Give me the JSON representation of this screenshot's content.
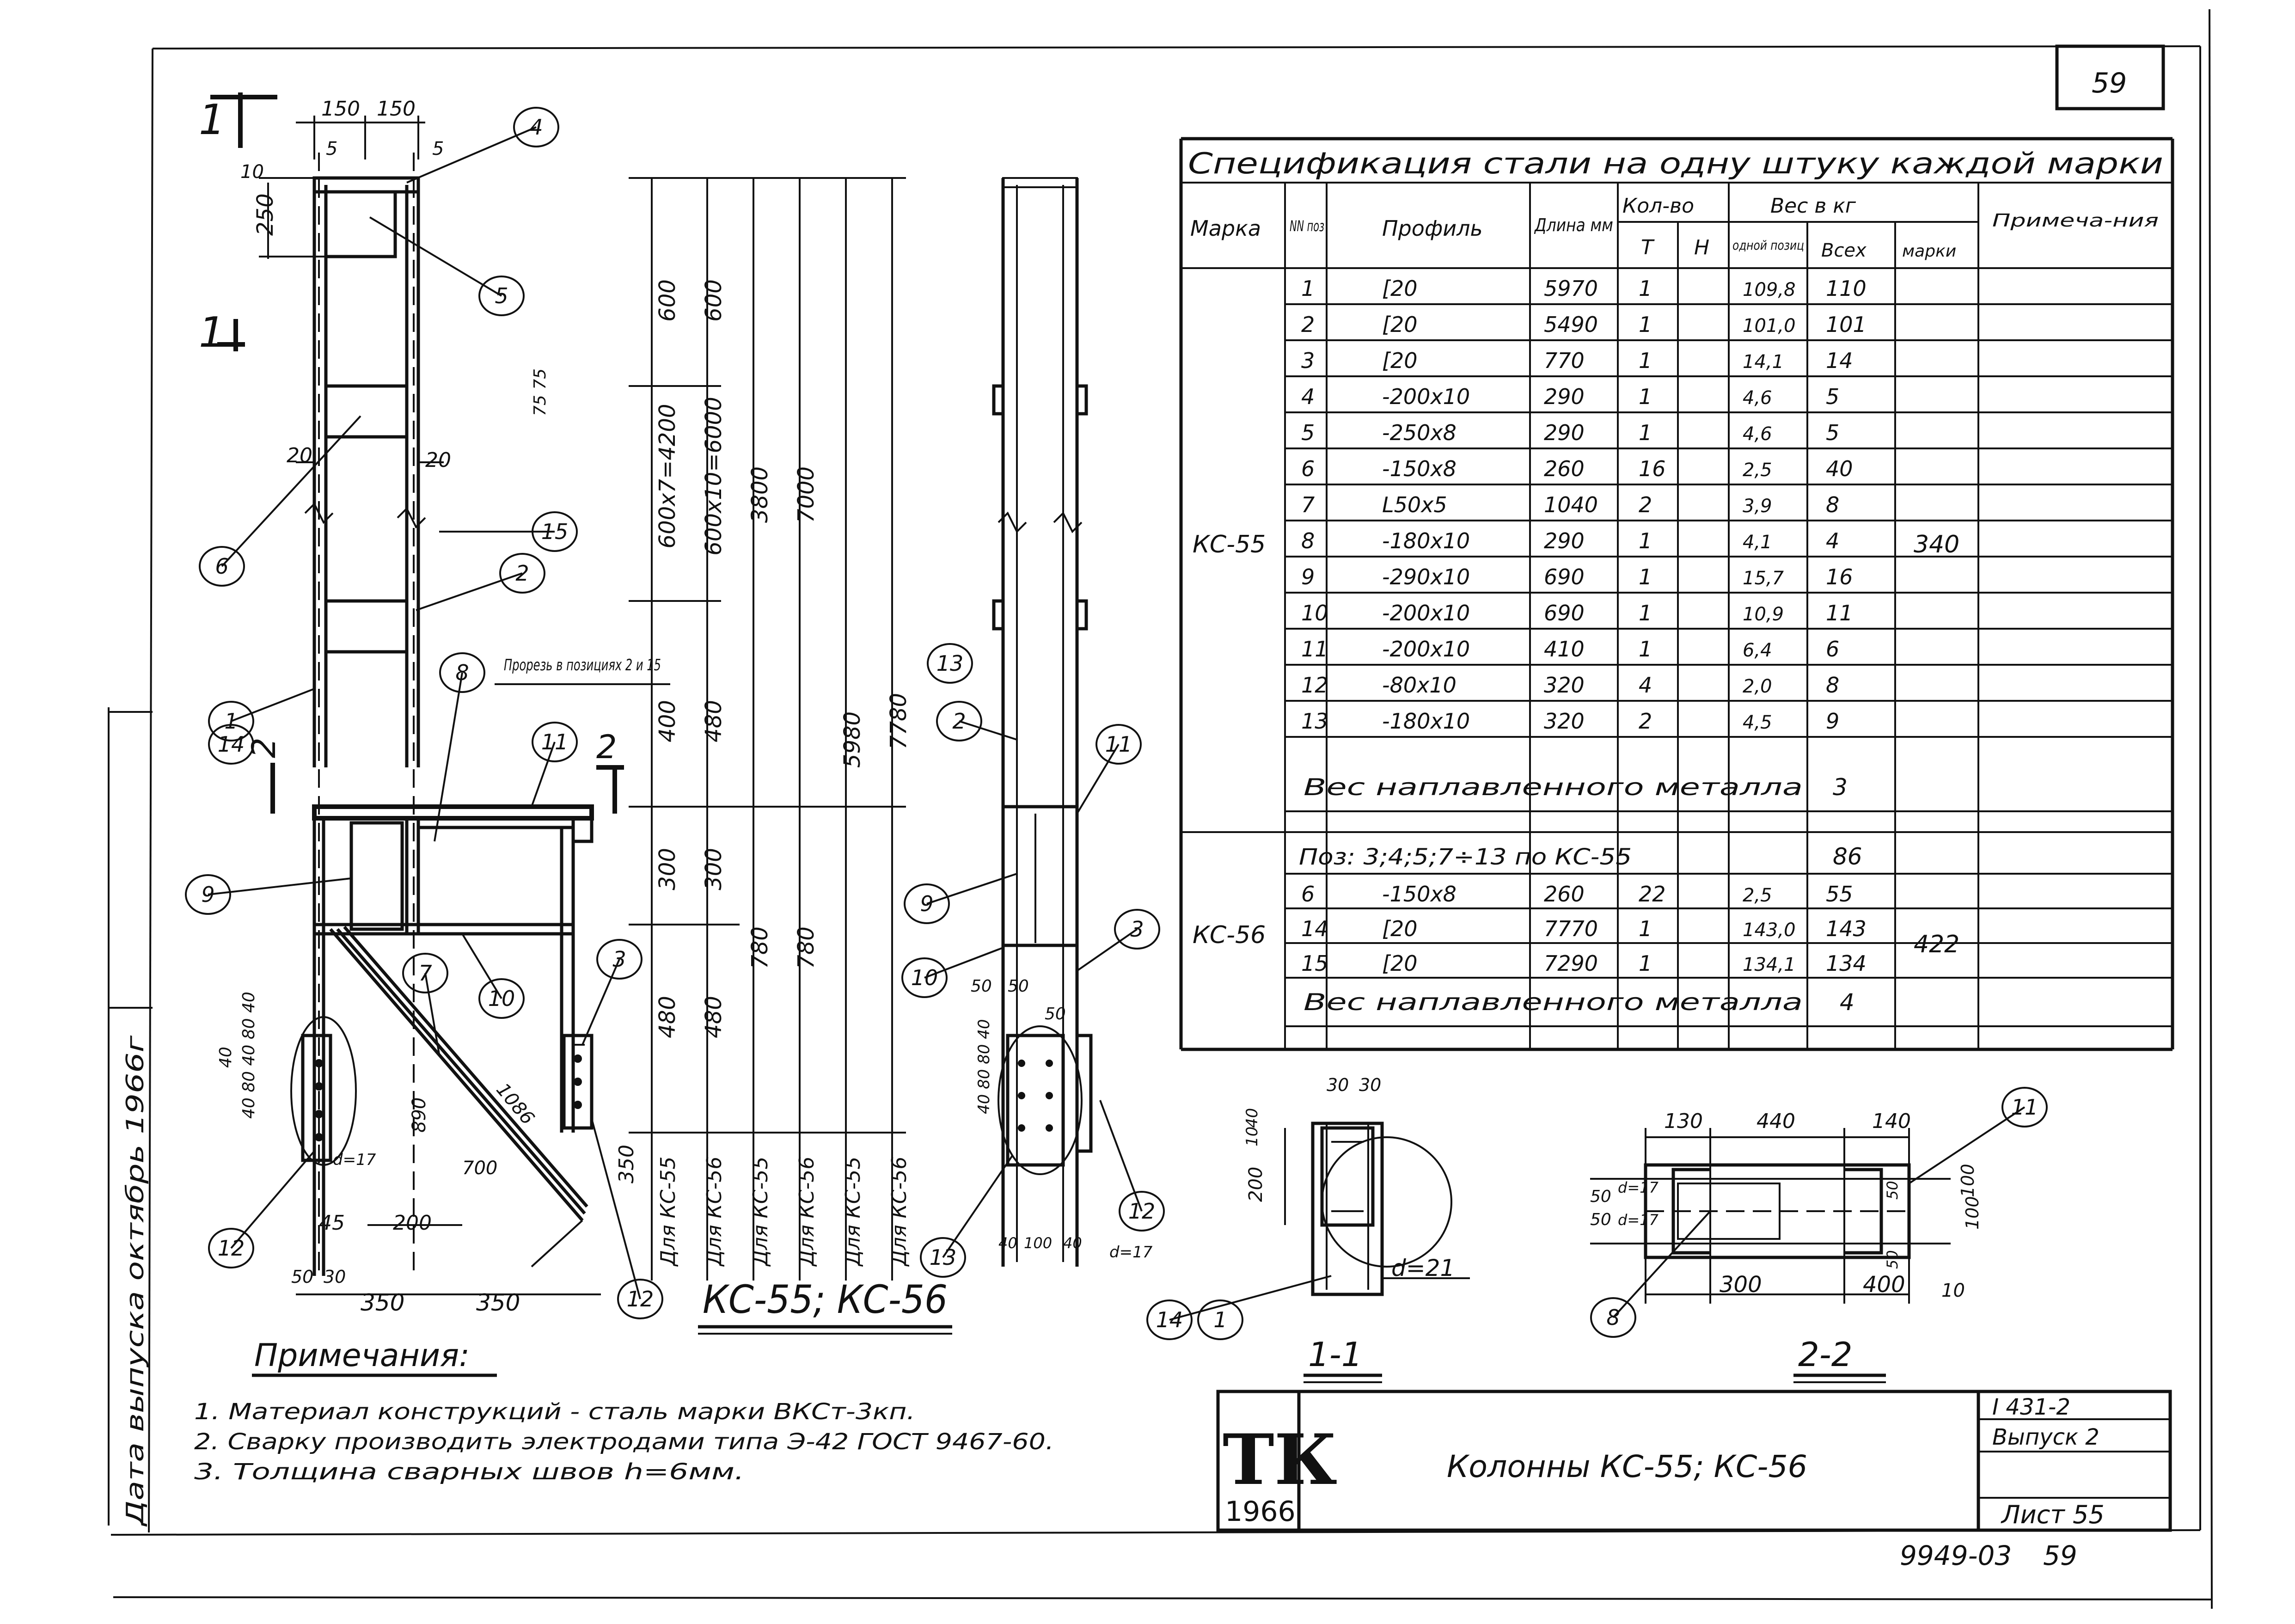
{
  "sheet_number_top": "59",
  "spec": {
    "title": "Спецификация стали на одну штуку каждой марки",
    "headers": {
      "mark": "Марка",
      "pos": "NN поз",
      "profile": "Профиль",
      "length": "Длина мм",
      "qty": "Кол-во",
      "qty_t": "Т",
      "qty_n": "Н",
      "weight": "Вес в кг",
      "w_one": "одной позиц",
      "w_all": "Всех",
      "w_mark": "марки",
      "note": "Примеча-ния"
    },
    "mark1": "КС-55",
    "mark1_total": "340",
    "rows1": [
      {
        "pos": "1",
        "profile": "[20",
        "len": "5970",
        "t": "1",
        "one": "109,8",
        "all": "110"
      },
      {
        "pos": "2",
        "profile": "[20",
        "len": "5490",
        "t": "1",
        "one": "101,0",
        "all": "101"
      },
      {
        "pos": "3",
        "profile": "[20",
        "len": "770",
        "t": "1",
        "one": "14,1",
        "all": "14"
      },
      {
        "pos": "4",
        "profile": "-200х10",
        "len": "290",
        "t": "1",
        "one": "4,6",
        "all": "5"
      },
      {
        "pos": "5",
        "profile": "-250х8",
        "len": "290",
        "t": "1",
        "one": "4,6",
        "all": "5"
      },
      {
        "pos": "6",
        "profile": "-150х8",
        "len": "260",
        "t": "16",
        "one": "2,5",
        "all": "40"
      },
      {
        "pos": "7",
        "profile": "L50х5",
        "len": "1040",
        "t": "2",
        "one": "3,9",
        "all": "8"
      },
      {
        "pos": "8",
        "profile": "-180х10",
        "len": "290",
        "t": "1",
        "one": "4,1",
        "all": "4"
      },
      {
        "pos": "9",
        "profile": "-290х10",
        "len": "690",
        "t": "1",
        "one": "15,7",
        "all": "16"
      },
      {
        "pos": "10",
        "profile": "-200х10",
        "len": "690",
        "t": "1",
        "one": "10,9",
        "all": "11"
      },
      {
        "pos": "11",
        "profile": "-200х10",
        "len": "410",
        "t": "1",
        "one": "6,4",
        "all": "6"
      },
      {
        "pos": "12",
        "profile": "-80х10",
        "len": "320",
        "t": "4",
        "one": "2,0",
        "all": "8"
      },
      {
        "pos": "13",
        "profile": "-180х10",
        "len": "320",
        "t": "2",
        "one": "4,5",
        "all": "9"
      }
    ],
    "weld1_text": "Вес наплавленного металла",
    "weld1_val": "3",
    "mark2": "КС-56",
    "mark2_total": "422",
    "ref_row": "Поз: 3;4;5;7÷13 по КС-55",
    "ref_val": "86",
    "rows2": [
      {
        "pos": "6",
        "profile": "-150х8",
        "len": "260",
        "t": "22",
        "one": "2,5",
        "all": "55"
      },
      {
        "pos": "14",
        "profile": "[20",
        "len": "7770",
        "t": "1",
        "one": "143,0",
        "all": "143"
      },
      {
        "pos": "15",
        "profile": "[20",
        "len": "7290",
        "t": "1",
        "one": "134,1",
        "all": "134"
      }
    ],
    "weld2_text": "Вес наплавленного металла",
    "weld2_val": "4"
  },
  "drawing": {
    "dims_top": [
      "150",
      "150",
      "5",
      "5",
      "10"
    ],
    "dim_250": "250",
    "dim_7575": "75 75",
    "dim_20a": "20",
    "dim_20b": "20",
    "vert_dims": [
      "600",
      "600",
      "600х7=4200",
      "600х10=6000",
      "3800",
      "7000",
      "5980",
      "7780",
      "400",
      "480",
      "300",
      "300",
      "480",
      "480",
      "780",
      "780"
    ],
    "for_labels": [
      "Для КС-55",
      "Для КС-56",
      "Для КС-55",
      "Для КС-56",
      "Для КС-55",
      "Для КС-56"
    ],
    "slot_note": "Прорезь в позициях 2 и 15",
    "bottom_dims": [
      "45",
      "200",
      "350",
      "350",
      "30",
      "50",
      "700",
      "890",
      "1086",
      "350",
      "d=17"
    ],
    "left_dims": "40 80 40 80 40",
    "left_dims2": "40",
    "callouts": [
      "1",
      "2",
      "3",
      "4",
      "5",
      "6",
      "7",
      "8",
      "9",
      "10",
      "11",
      "12",
      "13",
      "14",
      "15"
    ],
    "cut_1": "1",
    "cut_2": "2",
    "main_caption": "КС-55; КС-56",
    "side_dims": [
      "50",
      "50",
      "50",
      "40",
      "100",
      "40",
      "d=17"
    ],
    "side_left": "40 80 80 40",
    "section11_label": "1-1",
    "section22_label": "2-2",
    "s11_dims": [
      "30",
      "30",
      "40",
      "10",
      "200",
      "d=21"
    ],
    "s22_dims": [
      "130",
      "440",
      "140",
      "300",
      "400",
      "10",
      "50",
      "50",
      "d=17",
      "d=17",
      "100",
      "100",
      "50",
      "50"
    ]
  },
  "notes": {
    "title": "Примечания:",
    "items": [
      "1. Материал конструкций - сталь марки ВКСт-3кп.",
      "2. Сварку производить электродами типа Э-42 ГОСТ 9467-60.",
      "3. Толщина сварных швов h=6мм."
    ]
  },
  "side_stamp": "Дата выпуска октябрь 1966г",
  "title_block": {
    "logo": "ТК",
    "year": "1966",
    "title": "Колонны КС-55; КС-56",
    "series": "I 431-2",
    "issue": "Выпуск 2",
    "sheet": "Лист 55"
  },
  "bottom_code": "9949-03",
  "bottom_num": "59"
}
